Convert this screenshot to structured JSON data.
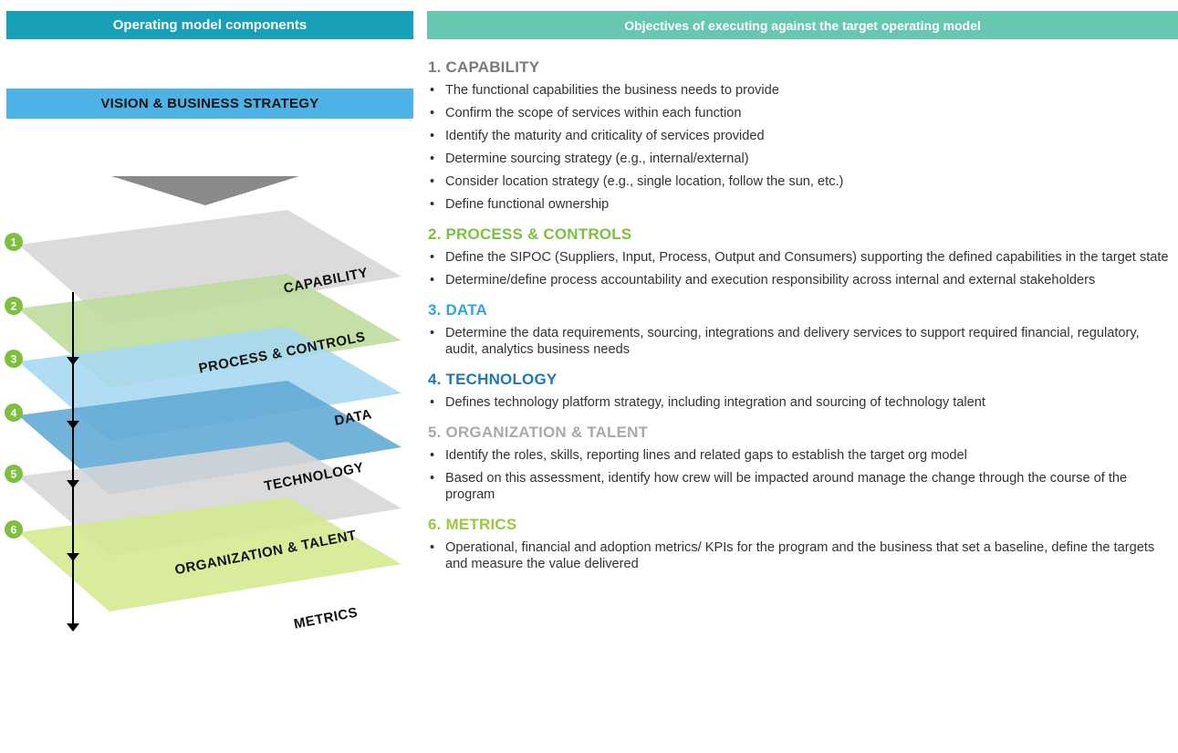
{
  "header": {
    "left": "Operating model components",
    "right": "Objectives of executing against the target operating model"
  },
  "vision_label": "VISION & BUSINESS STRATEGY",
  "layers": [
    {
      "num": "1",
      "label": "CAPABILITY",
      "color": "#d6d6d6"
    },
    {
      "num": "2",
      "label": "PROCESS & CONTROLS",
      "color": "#bcdc9a"
    },
    {
      "num": "3",
      "label": "DATA",
      "color": "#a6d8f2"
    },
    {
      "num": "4",
      "label": "TECHNOLOGY",
      "color": "#5fa9d4"
    },
    {
      "num": "5",
      "label": "ORGANIZATION & TALENT",
      "color": "#d6d6d6"
    },
    {
      "num": "6",
      "label": "METRICS",
      "color": "#d4e98e"
    }
  ],
  "badge_color": "#7fbf3f",
  "sections": [
    {
      "title": "1. CAPABILITY",
      "color": "#7a7a7a",
      "items": [
        "The functional capabilities the business needs to provide",
        "Confirm the scope of services within each function",
        "Identify the maturity and criticality of services provided",
        "Determine sourcing strategy (e.g., internal/external)",
        "Consider location strategy (e.g., single location, follow the sun, etc.)",
        "Define functional ownership"
      ]
    },
    {
      "title": "2. PROCESS & CONTROLS",
      "color": "#7fbf3f",
      "items": [
        "Define the SIPOC (Suppliers, Input, Process, Output and Consumers) supporting the defined capabilities in the target state",
        "Determine/define process accountability and execution responsibility across internal and external stakeholders"
      ]
    },
    {
      "title": "3. DATA",
      "color": "#2ea6dd",
      "items": [
        "Determine the data requirements, sourcing, integrations and delivery services to support required financial, regulatory, audit, analytics business needs"
      ]
    },
    {
      "title": "4. TECHNOLOGY",
      "color": "#1f78b4",
      "items": [
        "Defines technology platform strategy, including integration and sourcing of technology talent"
      ]
    },
    {
      "title": "5. ORGANIZATION & TALENT",
      "color": "#a9a9a9",
      "items": [
        "Identify the roles, skills, reporting lines and related gaps to establish the target org model",
        "Based on this assessment, identify how crew will be impacted around manage the change through the course of the program"
      ]
    },
    {
      "title": "6. METRICS",
      "color": "#9cc83c",
      "items": [
        "Operational, financial and adoption metrics/ KPIs for the program and the business that set a baseline, define the targets and measure the value delivered"
      ]
    }
  ]
}
